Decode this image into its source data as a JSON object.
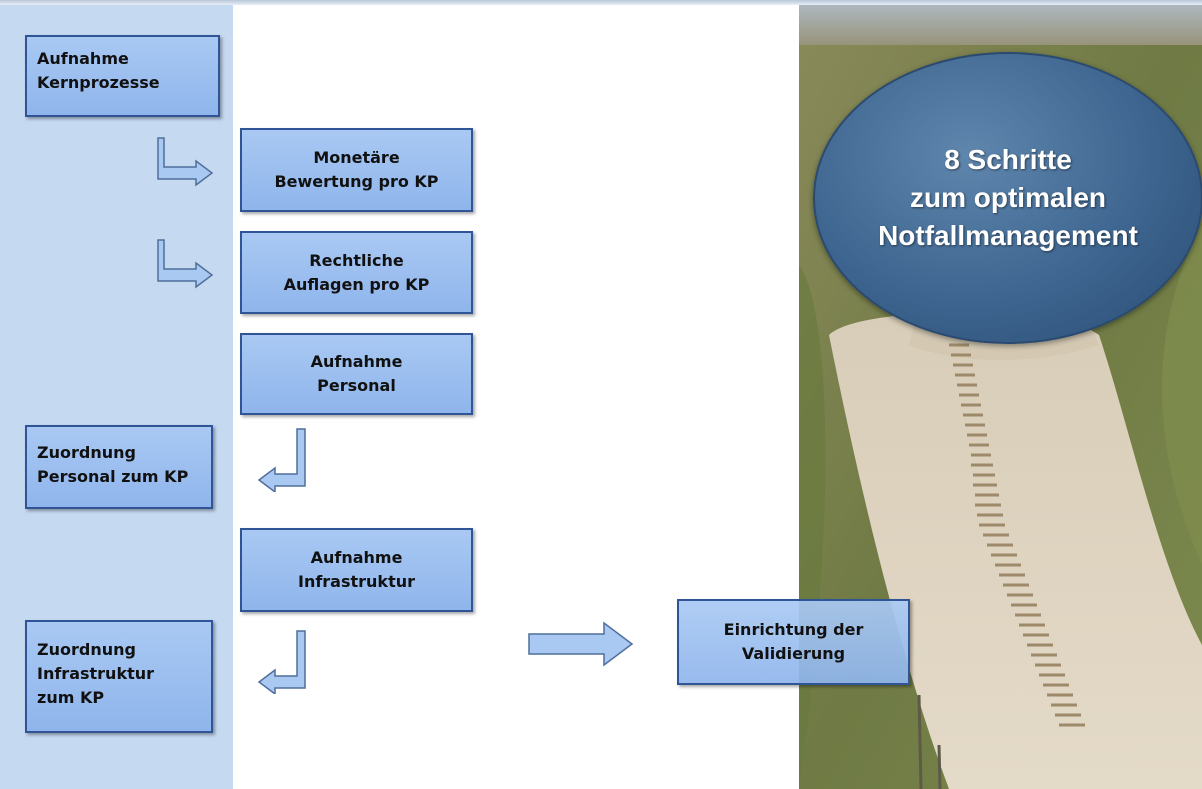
{
  "title_oval": {
    "lines": [
      "8 Schritte",
      "zum optimalen",
      "Notfallmanagement"
    ]
  },
  "steps": [
    {
      "id": "aufnahme-kernprozesse",
      "lines": [
        "Aufnahme",
        "Kernprozesse"
      ]
    },
    {
      "id": "monetaere-bewertung",
      "lines": [
        "Monetäre",
        "Bewertung  pro KP"
      ]
    },
    {
      "id": "rechtliche-auflagen",
      "lines": [
        "Rechtliche",
        "Auflagen pro KP"
      ]
    },
    {
      "id": "aufnahme-personal",
      "lines": [
        "Aufnahme",
        "Personal"
      ]
    },
    {
      "id": "zuordnung-personal",
      "lines": [
        "Zuordnung",
        "Personal zum KP"
      ]
    },
    {
      "id": "aufnahme-infrastruktur",
      "lines": [
        "Aufnahme",
        "Infrastruktur"
      ]
    },
    {
      "id": "zuordnung-infrastruktur",
      "lines": [
        "Zuordnung",
        "Infrastruktur",
        "zum  KP"
      ]
    },
    {
      "id": "einrichtung-validierung",
      "lines": [
        "Einrichtung der",
        "Validierung"
      ]
    }
  ],
  "colors": {
    "sidebar": "#c5d9f1",
    "box_fill": "#9dc0f0",
    "box_border": "#2f5597",
    "oval_fill": "#3d658f",
    "arrow_fill": "#a9c9f3"
  }
}
